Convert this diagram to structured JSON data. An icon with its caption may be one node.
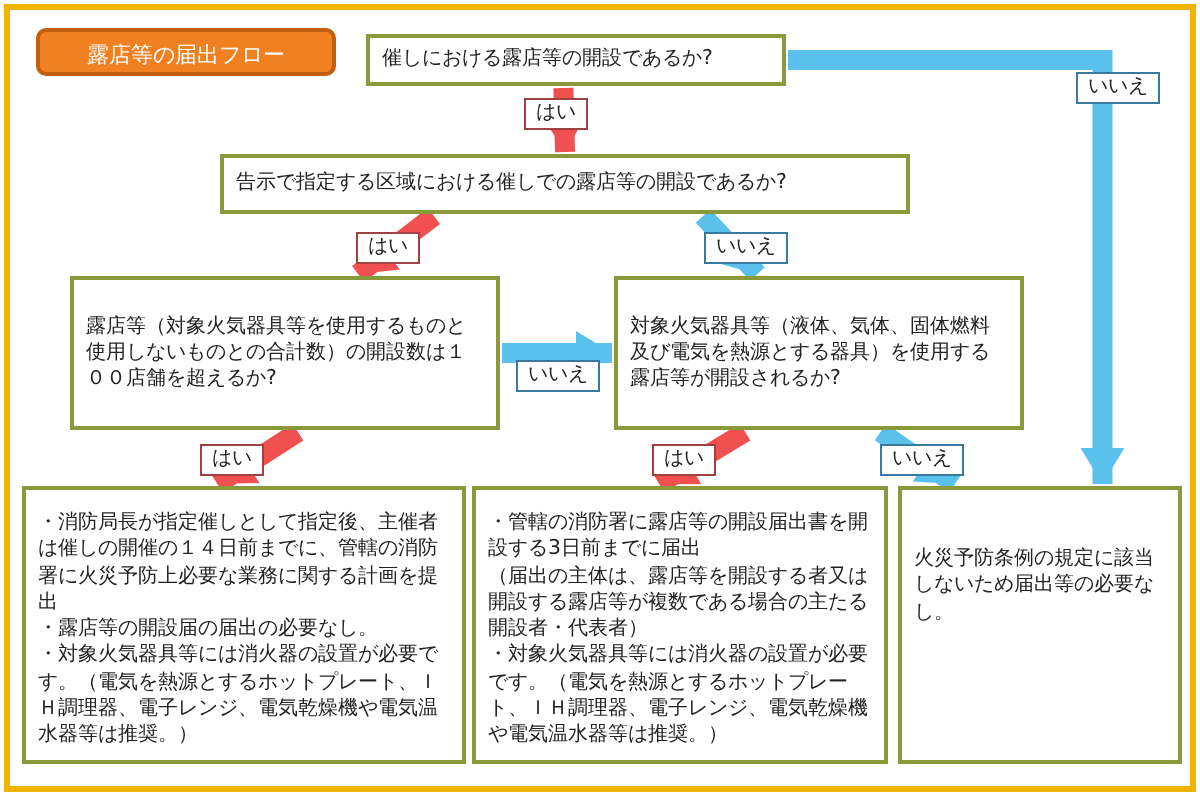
{
  "diagram": {
    "title": "露店等の届出フロー",
    "nodes": [
      {
        "text": [
          "催しにおける露店等の開設であるか?"
        ]
      },
      {
        "text": [
          "告示で指定する区域における催しでの露店等の開設であるか?"
        ]
      },
      {
        "text": [
          "露店等（対象火気器具等を使用するものと使用しないものとの合計数）の開設数は１００店舗を超えるか?"
        ]
      },
      {
        "text": [
          "対象火気器具等（液体、気体、固体燃料及び電気を熱源とする器具）を使用する露店等が開設されるか?"
        ]
      },
      {
        "text": [
          "・消防局長が指定催しとして指定後、主催者は催しの開催の１４日前までに、管轄の消防署に火災予防上必要な業務に関する計画を提出",
          "・露店等の開設届の届出の必要なし。",
          "・対象火気器具等には消火器の設置が必要です。（電気を熱源とするホットプレート、ＩＨ調理器、電子レンジ、電気乾燥機や電気温水器等は推奨。）"
        ]
      },
      {
        "text": [
          "・管轄の消防署に露店等の開設届出書を開設する3日前までに届出",
          "（届出の主体は、露店等を開設する者又は開設する露店等が複数である場合の主たる開設者・代表者）",
          "・対象火気器具等には消火器の設置が必要です。（電気を熱源とするホットプレート、ＩＨ調理器、電子レンジ、電気乾燥機や電気温水器等は推奨。）"
        ]
      },
      {
        "text": [
          "火災予防条例の規定に該当しないため届出等の必要なし。"
        ]
      }
    ],
    "edges": [
      {
        "from": 0,
        "to": 1,
        "arrow": "to",
        "label": "はい",
        "color": "#f05050"
      },
      {
        "from": 0,
        "to": 6,
        "arrow": "to",
        "label": "いいえ",
        "color": "#5ac0ec"
      },
      {
        "from": 1,
        "to": 2,
        "arrow": "to",
        "label": "はい",
        "color": "#f05050"
      },
      {
        "from": 1,
        "to": 3,
        "arrow": "to",
        "label": "いいえ",
        "color": "#5ac0ec"
      },
      {
        "from": 2,
        "to": 3,
        "arrow": "to",
        "label": "いいえ",
        "color": "#5ac0ec"
      },
      {
        "from": 2,
        "to": 4,
        "arrow": "to",
        "label": "はい",
        "color": "#f05050"
      },
      {
        "from": 3,
        "to": 5,
        "arrow": "to",
        "label": "はい",
        "color": "#f05050"
      },
      {
        "from": 3,
        "to": 6,
        "arrow": "to",
        "label": "いいえ",
        "color": "#5ac0ec"
      }
    ]
  }
}
